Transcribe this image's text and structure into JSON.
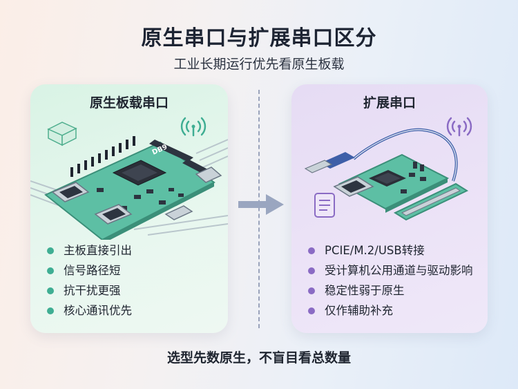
{
  "header": {
    "title": "原生串口与扩展串口区分",
    "subtitle": "工业长期运行优先看原生板载"
  },
  "left_panel": {
    "title": "原生板载串口",
    "board_label": "DB9",
    "items": [
      "主板直接引出",
      "信号路径短",
      "抗干扰更强",
      "核心通讯优先"
    ],
    "accent": "#3fae93"
  },
  "right_panel": {
    "title": "扩展串口",
    "items": [
      "PCIE/M.2/USB转接",
      "受计算机公用通道与驱动影响",
      "稳定性弱于原生",
      "仅作辅助补充"
    ],
    "accent": "#8a6bc4"
  },
  "footer": {
    "text": "选型先数原生，不盲目看总数量"
  }
}
